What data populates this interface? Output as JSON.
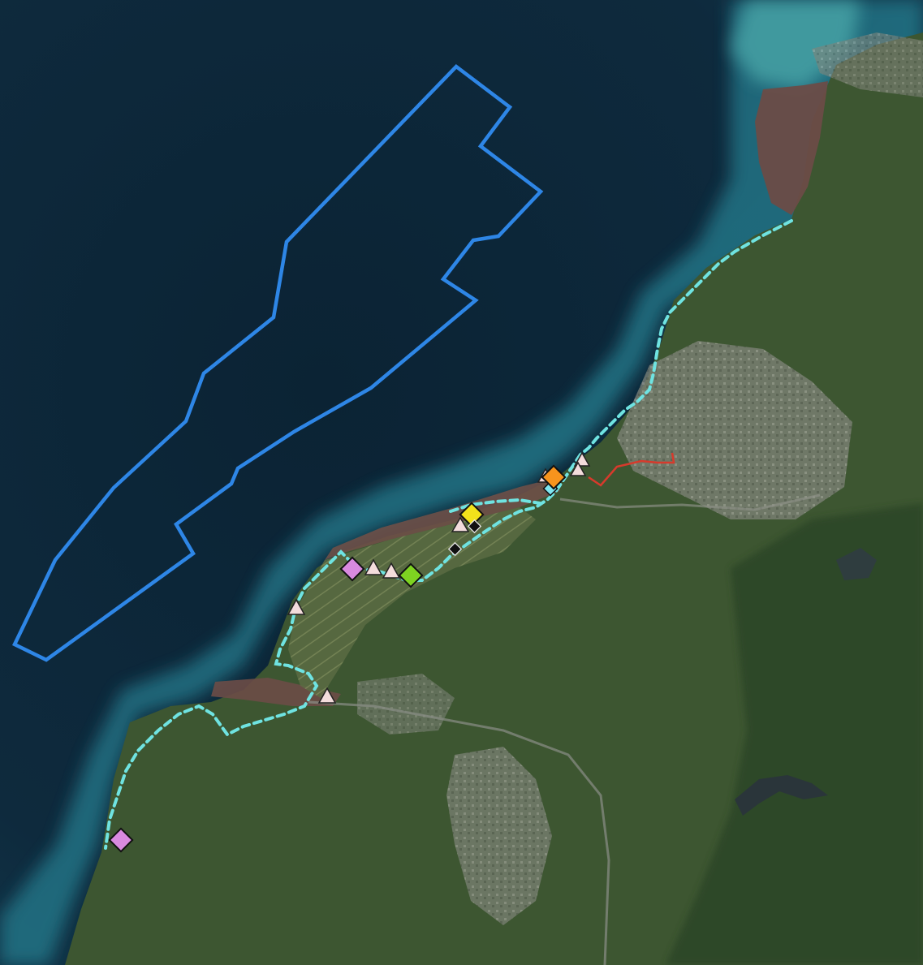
{
  "map": {
    "basemap": "satellite-imagery",
    "colors": {
      "sea_deep": "#0d2638",
      "sea_shallow": "#1d5a6e",
      "coast_teal": "#2b8a9a",
      "tidal_flat": "#6f4f49",
      "land_green": "#3f5a33",
      "land_dark": "#2c4325",
      "urban": "#8d8f86",
      "water_body": "#28343a",
      "blue_polygon": "#2e86e6",
      "coastal_route": "#6fe3e1",
      "red_route": "#d73a2c"
    }
  },
  "layers": {
    "offshore_zone": {
      "shape": "polygon-outline",
      "color": "#2e86e6"
    },
    "coastal_route": {
      "shape": "dashed-line",
      "color": "#6fe3e1"
    },
    "inland_route": {
      "shape": "solid-line",
      "color": "#d73a2c"
    }
  },
  "markers": {
    "triangle_color": "#f3dcdc",
    "diamond_colors": {
      "orange": "#f7941d",
      "yellow": "#f2e11b",
      "green": "#7ed321",
      "violet": "#d98ae0",
      "cyan": "#7fe6f0",
      "black": "#111111"
    }
  }
}
